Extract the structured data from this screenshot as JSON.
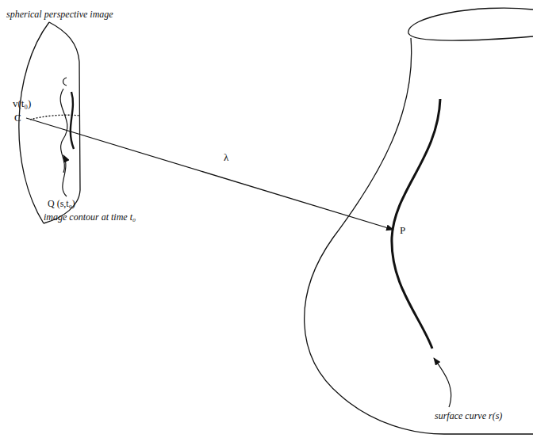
{
  "diagram": {
    "labels": [
      "spherical perspective image",
      "v(t₀)",
      "C",
      "λ",
      "P",
      "Q (s,t₀)",
      "image contour at time t₀",
      "surface curve r(s)"
    ]
  }
}
